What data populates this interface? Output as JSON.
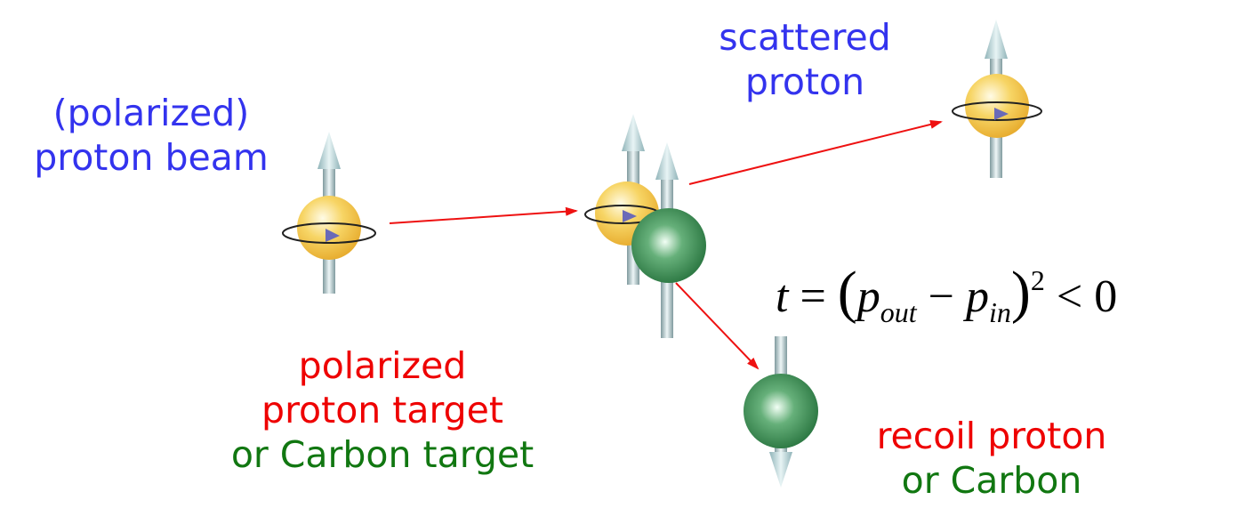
{
  "labels": {
    "beam": [
      "(polarized)",
      "proton beam"
    ],
    "scattered": [
      "scattered",
      "proton"
    ],
    "target_polarized": [
      "polarized",
      "proton target"
    ],
    "target_carbon": "or Carbon target",
    "recoil_proton": "recoil proton",
    "recoil_carbon": "or Carbon"
  },
  "formula": {
    "lhs": "t",
    "eq": "=",
    "open": "(",
    "p1": "p",
    "p1_sub": "out",
    "minus": "−",
    "p2": "p",
    "p2_sub": "in",
    "close": ")",
    "exp": "2",
    "rel": "<",
    "rhs": "0"
  },
  "colors": {
    "proton_label": "#3333ee",
    "polarized_target": "#ee0000",
    "carbon": "#117711",
    "track": "#ee1111",
    "proton_sphere": "#f5c842",
    "carbon_sphere": "#2f8a4a",
    "spin_arrow": "#a9c4c8"
  }
}
